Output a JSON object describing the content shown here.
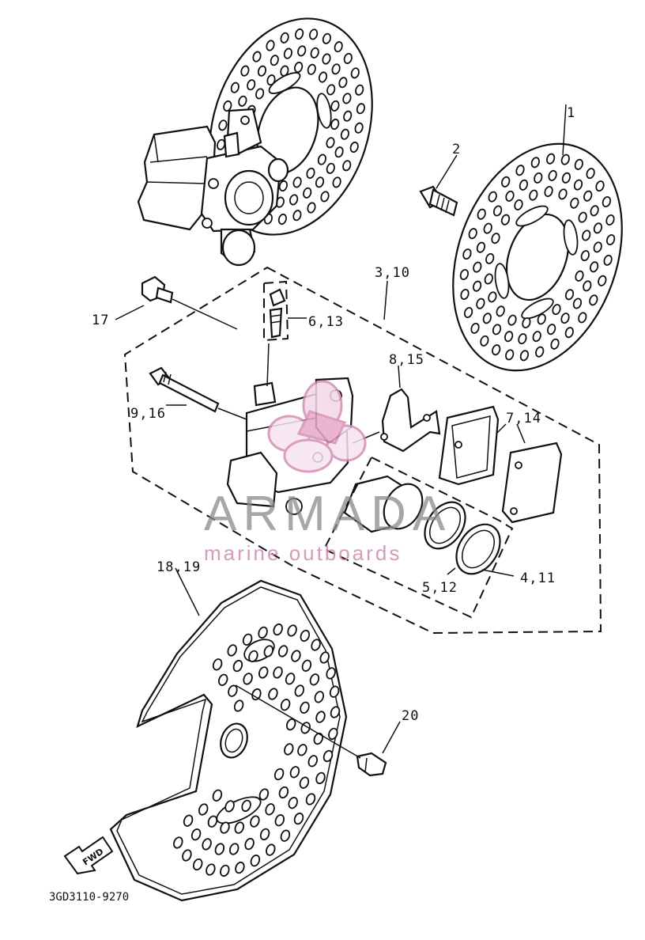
{
  "labels": {
    "l1": "1",
    "l2": "2",
    "l3_10": "3,10",
    "l6_13": "6,13",
    "l17": "17",
    "l8_15": "8,15",
    "l9_16": "9,16",
    "l7_14": "7,14",
    "l18_19": "18,19",
    "l5_12": "5,12",
    "l4_11": "4,11",
    "l20": "20"
  },
  "watermark": {
    "brand": "ARMADA",
    "tagline": "marine outboards"
  },
  "arrow_label": "FWD",
  "diagram_code": "3GD3110-9270"
}
